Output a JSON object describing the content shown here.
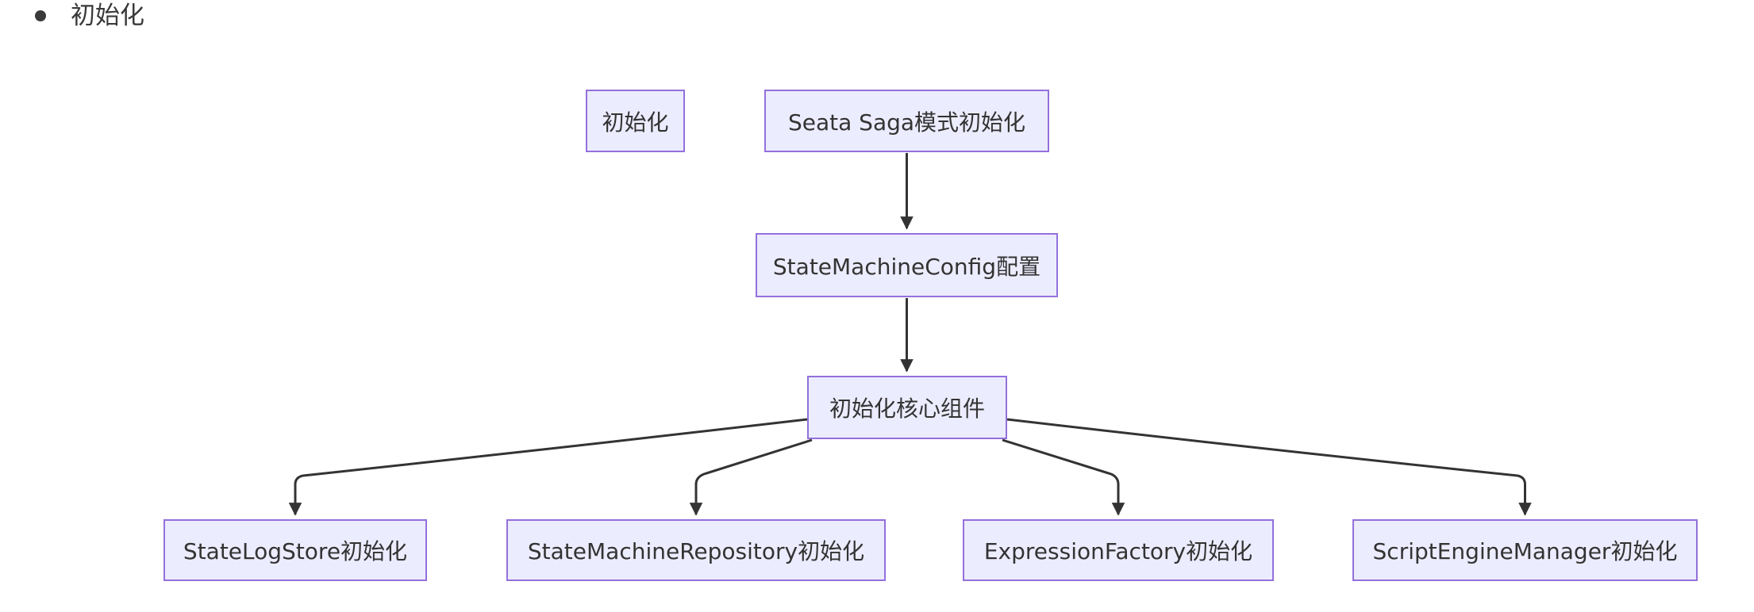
{
  "page": {
    "background_color": "#ffffff"
  },
  "list": {
    "bullet_item_label": "初始化"
  },
  "diagram": {
    "type": "flowchart",
    "direction": "top-down",
    "colors": {
      "node_fill": "#ECECFF",
      "node_border": "#9370DB",
      "node_text": "#333333",
      "edge_line": "#333333"
    },
    "nodes": [
      {
        "id": "init-standalone",
        "label": "初始化"
      },
      {
        "id": "seata",
        "label": "Seata Saga模式初始化"
      },
      {
        "id": "config",
        "label": "StateMachineConfig配置"
      },
      {
        "id": "core",
        "label": "初始化核心组件"
      },
      {
        "id": "statelogstore",
        "label": "StateLogStore初始化"
      },
      {
        "id": "repository",
        "label": "StateMachineRepository初始化"
      },
      {
        "id": "expression",
        "label": "ExpressionFactory初始化"
      },
      {
        "id": "script",
        "label": "ScriptEngineManager初始化"
      }
    ],
    "edges": [
      {
        "from": "seata",
        "to": "config"
      },
      {
        "from": "config",
        "to": "core"
      },
      {
        "from": "core",
        "to": "statelogstore"
      },
      {
        "from": "core",
        "to": "repository"
      },
      {
        "from": "core",
        "to": "expression"
      },
      {
        "from": "core",
        "to": "script"
      }
    ]
  }
}
